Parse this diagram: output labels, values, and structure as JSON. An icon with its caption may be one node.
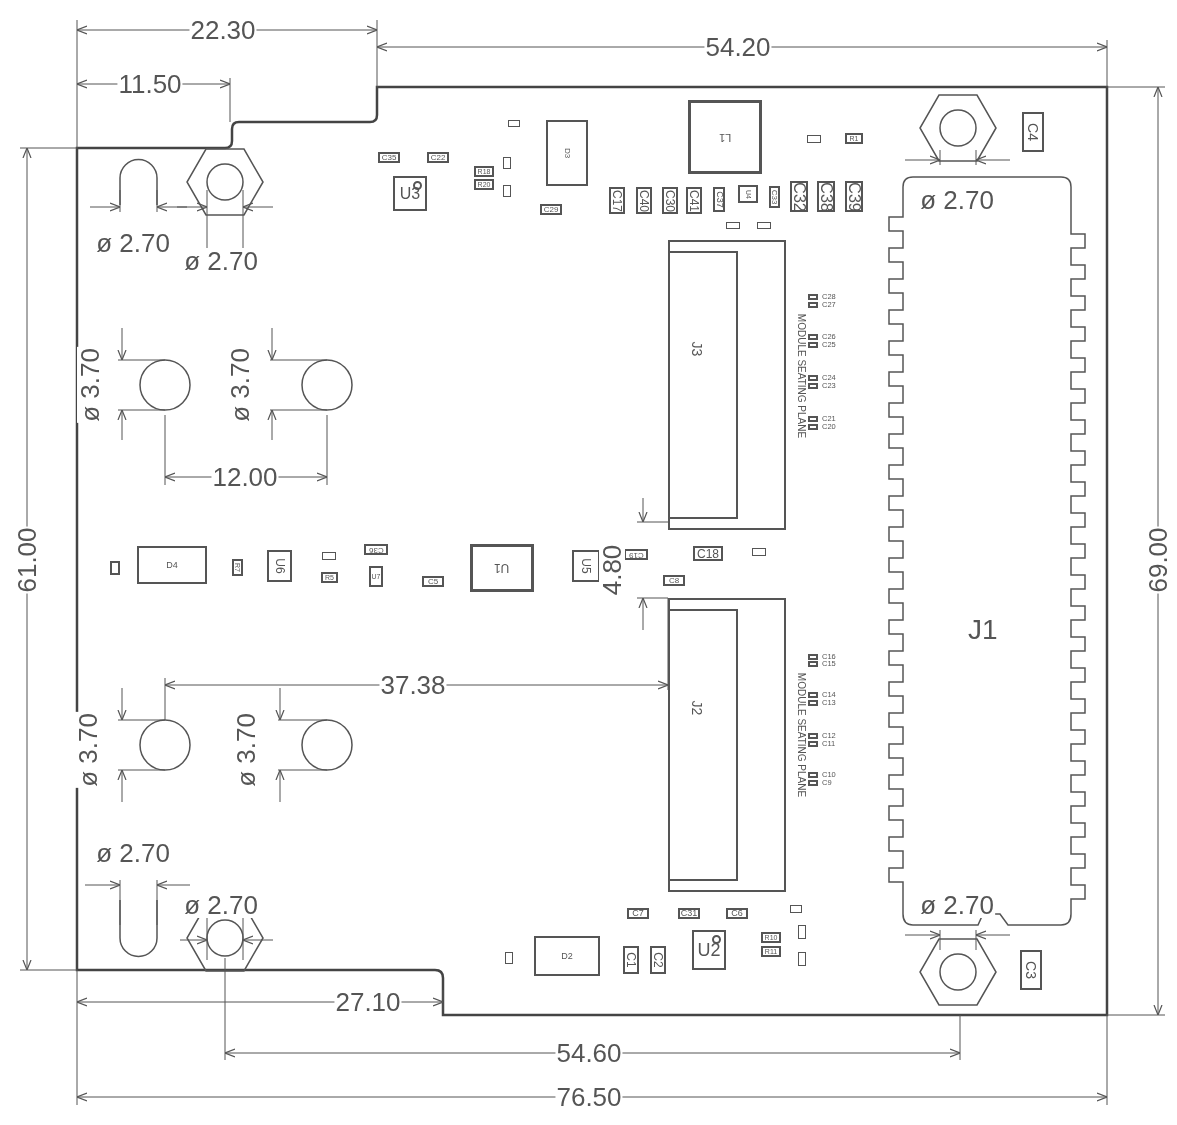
{
  "diagram": {
    "nodes": [
      {
        "text": [
          "C35"
        ]
      },
      {
        "text": [
          "C22"
        ]
      },
      {
        "text": [],
        "shape": "box"
      },
      {
        "text": [
          "D3"
        ]
      },
      {
        "text": [
          "L1"
        ]
      },
      {
        "text": [],
        "shape": "box"
      },
      {
        "text": [
          "R1"
        ]
      },
      {
        "text": [],
        "shape": "box"
      },
      {
        "text": [
          "R18"
        ]
      },
      {
        "text": [
          "R20"
        ]
      },
      {
        "text": [
          "U3"
        ]
      },
      {
        "text": [],
        "shape": "box"
      },
      {
        "text": [
          "C17"
        ]
      },
      {
        "text": [
          "C40"
        ]
      },
      {
        "text": [
          "C30"
        ]
      },
      {
        "text": [
          "C41"
        ]
      },
      {
        "text": [
          "C37"
        ]
      },
      {
        "text": [
          "U4"
        ]
      },
      {
        "text": [
          "C33"
        ]
      },
      {
        "text": [
          "C32"
        ]
      },
      {
        "text": [
          "C38"
        ]
      },
      {
        "text": [
          "C39"
        ]
      },
      {
        "text": [
          "C4"
        ]
      },
      {
        "text": [
          "C29"
        ]
      },
      {
        "text": [],
        "shape": "box"
      },
      {
        "text": [],
        "shape": "box"
      },
      {
        "text": [
          "J1"
        ]
      },
      {
        "text": [
          "J3",
          "MODULE SEATING PLANE"
        ]
      },
      {
        "text": [],
        "shape": "box",
        "beside": [
          "C28"
        ]
      },
      {
        "text": [],
        "shape": "box",
        "beside": [
          "C27"
        ]
      },
      {
        "text": [],
        "shape": "box",
        "beside": [
          "C26"
        ]
      },
      {
        "text": [],
        "shape": "box",
        "beside": [
          "C25"
        ]
      },
      {
        "text": [],
        "shape": "box",
        "beside": [
          "C24"
        ]
      },
      {
        "text": [],
        "shape": "box",
        "beside": [
          "C23"
        ]
      },
      {
        "text": [],
        "shape": "box",
        "beside": [
          "C21"
        ]
      },
      {
        "text": [],
        "shape": "box",
        "beside": [
          "C20"
        ]
      },
      {
        "text": [],
        "shape": "box"
      },
      {
        "text": [
          "D4"
        ]
      },
      {
        "text": [
          "R7"
        ]
      },
      {
        "text": [
          "U6"
        ]
      },
      {
        "text": [],
        "shape": "box"
      },
      {
        "text": [
          "R5"
        ]
      },
      {
        "text": [
          "C36"
        ]
      },
      {
        "text": [
          "U7"
        ]
      },
      {
        "text": [
          "C5"
        ]
      },
      {
        "text": [
          "U1"
        ]
      },
      {
        "text": [
          "U5"
        ]
      },
      {
        "text": [
          "C19"
        ]
      },
      {
        "text": [
          "C18"
        ]
      },
      {
        "text": [],
        "shape": "box"
      },
      {
        "text": [
          "C8"
        ]
      },
      {
        "text": [
          "J2",
          "MODULE SEATING PLANE"
        ]
      },
      {
        "text": [],
        "shape": "box",
        "beside": [
          "C16"
        ]
      },
      {
        "text": [],
        "shape": "box",
        "beside": [
          "C15"
        ]
      },
      {
        "text": [],
        "shape": "box",
        "beside": [
          "C14"
        ]
      },
      {
        "text": [],
        "shape": "box",
        "beside": [
          "C13"
        ]
      },
      {
        "text": [],
        "shape": "box",
        "beside": [
          "C12"
        ]
      },
      {
        "text": [],
        "shape": "box",
        "beside": [
          "C11"
        ]
      },
      {
        "text": [],
        "shape": "box",
        "beside": [
          "C10"
        ]
      },
      {
        "text": [],
        "shape": "box",
        "beside": [
          "C9"
        ]
      },
      {
        "text": [
          "C7"
        ]
      },
      {
        "text": [
          "C31"
        ]
      },
      {
        "text": [
          "C6"
        ]
      },
      {
        "text": [],
        "shape": "box"
      },
      {
        "text": [],
        "shape": "box"
      },
      {
        "text": [
          "U2"
        ]
      },
      {
        "text": [
          "R10"
        ]
      },
      {
        "text": [
          "R11"
        ]
      },
      {
        "text": [
          "C1"
        ]
      },
      {
        "text": [
          "C2"
        ]
      },
      {
        "text": [],
        "shape": "box"
      },
      {
        "text": [
          "D2"
        ]
      },
      {
        "text": [],
        "shape": "box"
      },
      {
        "text": [
          "C3"
        ]
      }
    ],
    "labels": [
      "22.30",
      "54.20",
      "11.50",
      "ø 2.70",
      "ø 2.70",
      "ø 2.70",
      "ø 3.70",
      "ø 3.70",
      "12.00",
      "61.00",
      "4.80",
      "69.00",
      "37.38",
      "ø 3.70",
      "ø 3.70",
      "ø 2.70",
      "ø 2.70",
      "ø 2.70",
      "27.10",
      "54.60",
      "76.50"
    ]
  }
}
